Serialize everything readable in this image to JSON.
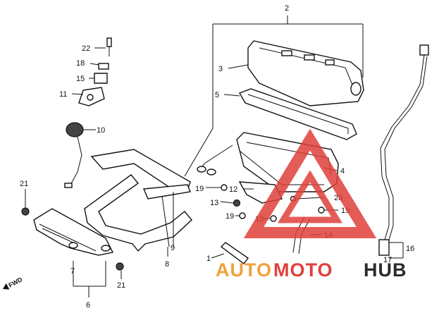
{
  "callouts": [
    "2",
    "3",
    "5",
    "4",
    "22",
    "18",
    "15",
    "11",
    "10",
    "21",
    "12",
    "19",
    "13",
    "20",
    "14",
    "1",
    "9",
    "8",
    "7",
    "6",
    "16",
    "17"
  ],
  "fwd_label": "FWD",
  "watermark": {
    "part1": "AUTO",
    "part2": "MOTO",
    "part3": "HUB"
  },
  "colors": {
    "line": "#111111",
    "watermark_red": "#e0403a",
    "watermark_orange": "#f0a23a",
    "watermark_dark": "#2b2b2b"
  }
}
